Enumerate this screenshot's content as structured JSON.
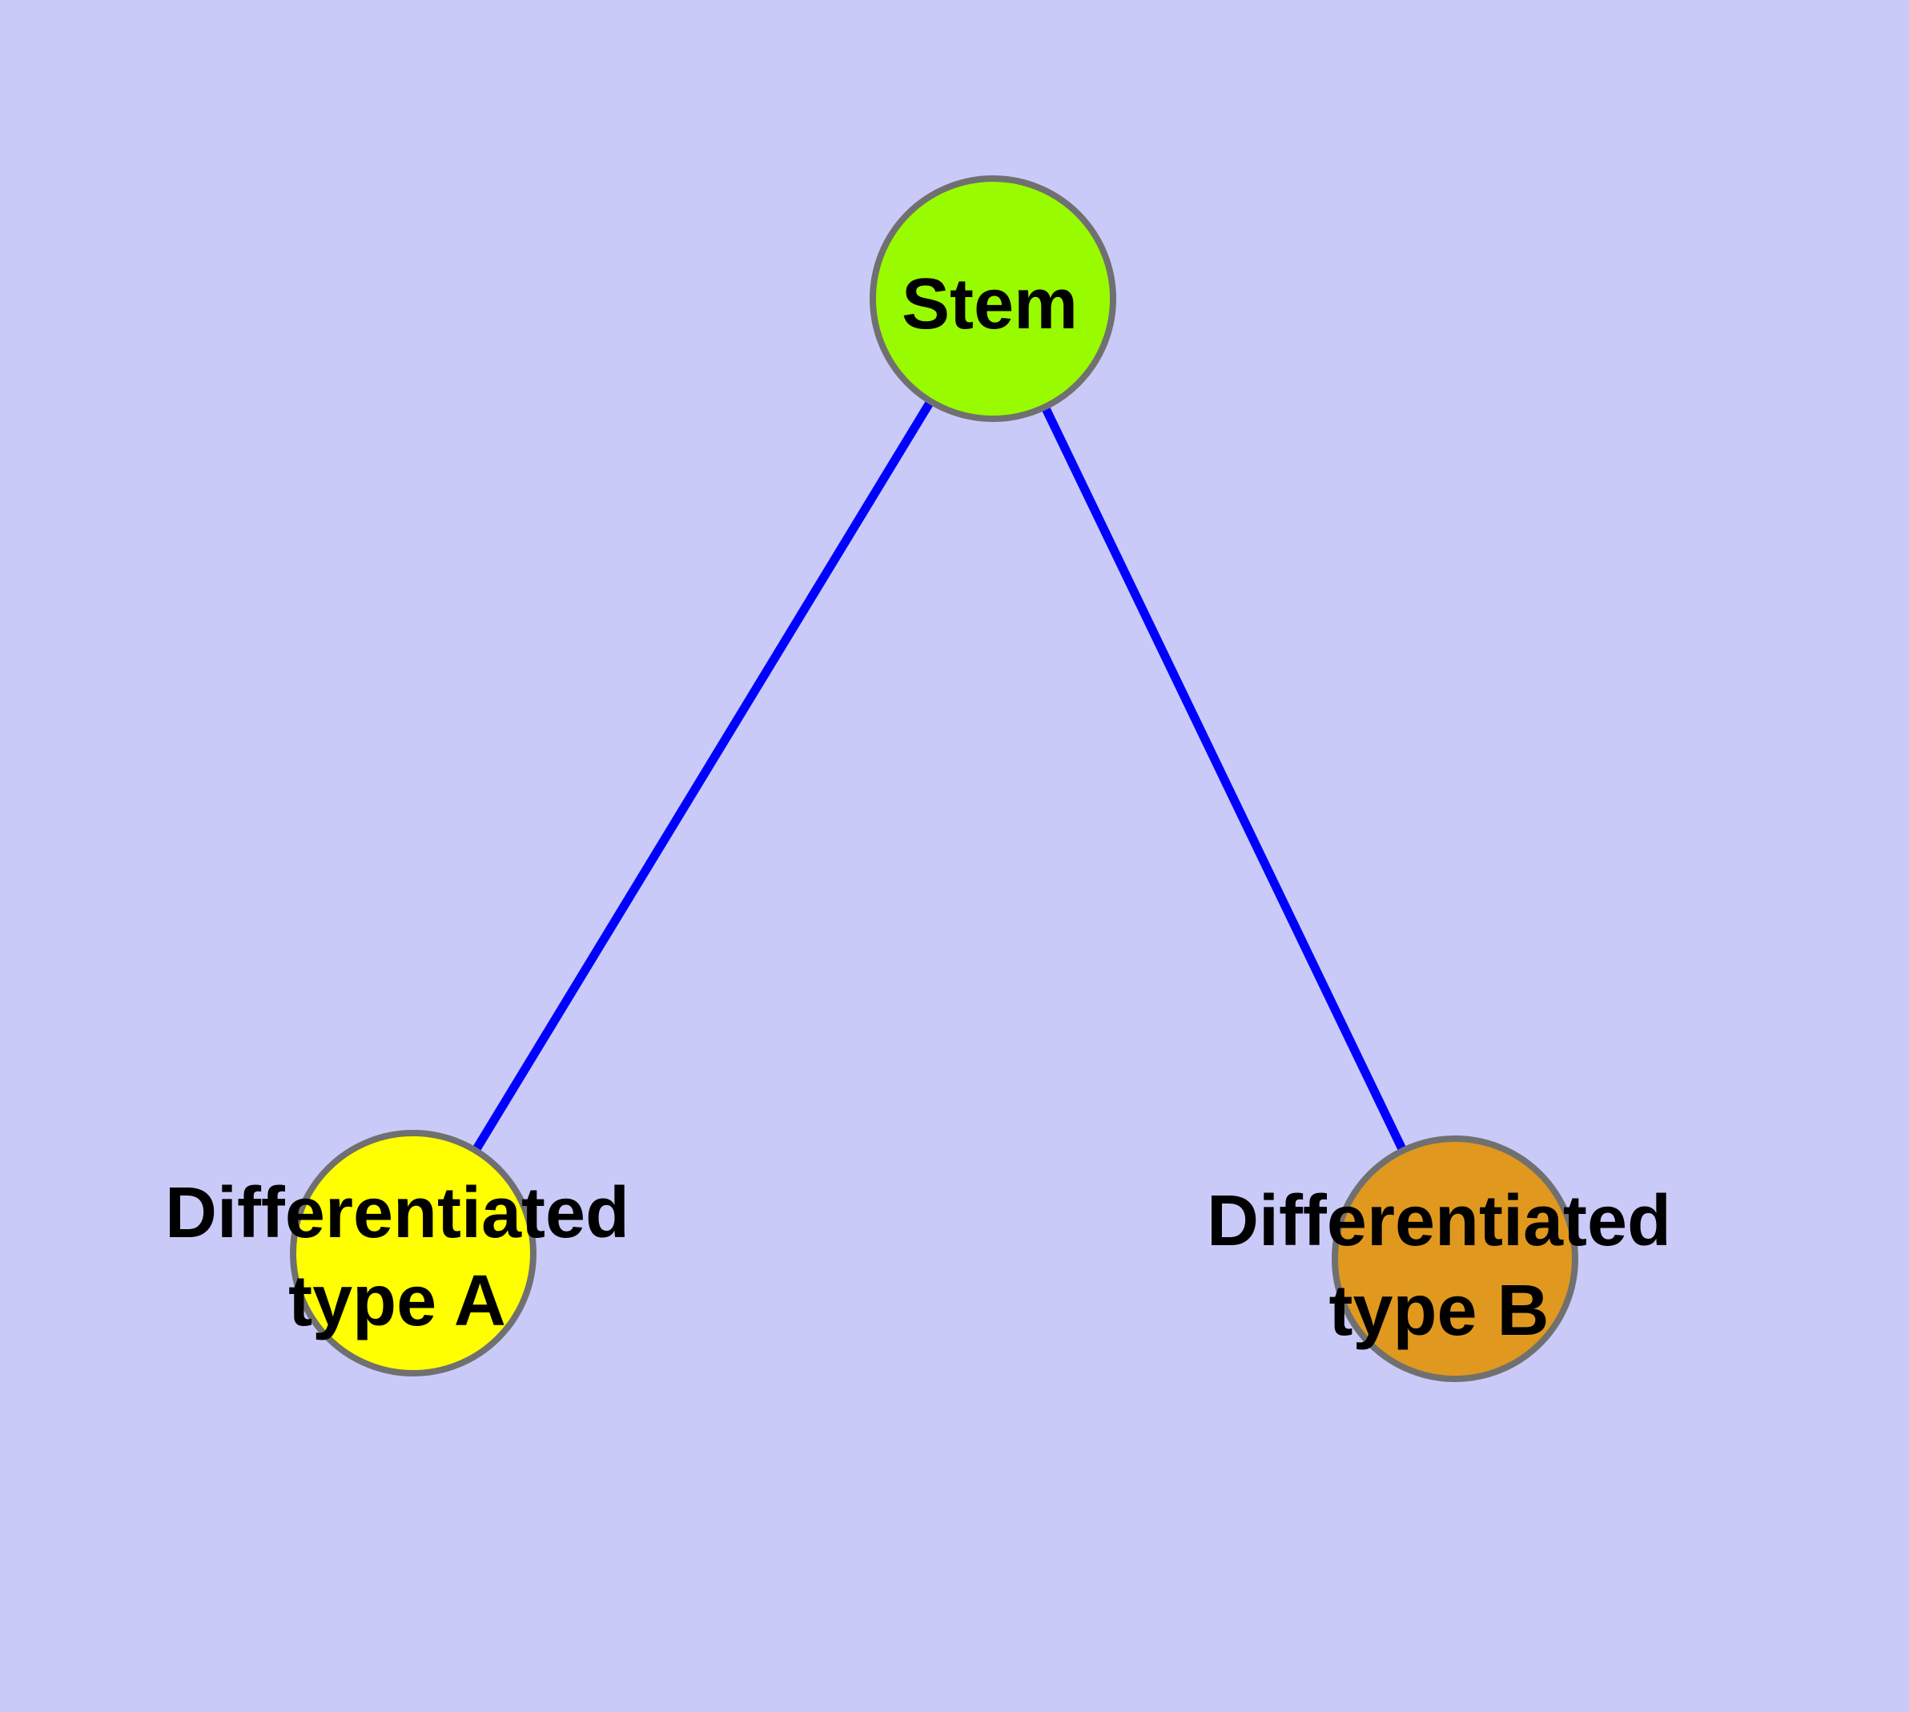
{
  "diagram": {
    "type": "graph",
    "colors": {
      "background": "#CACAF9",
      "edge": "#0000FF",
      "node_border": "#707070",
      "text": "#000000"
    },
    "nodes": [
      {
        "id": "stem",
        "label": "Stem",
        "fill": "#99FB00"
      },
      {
        "id": "type-a",
        "label": "Differentiated type A",
        "label_line1": "Differentiated",
        "label_line2": "type A",
        "fill": "#FFFF00"
      },
      {
        "id": "type-b",
        "label": "Differentiated type B",
        "label_line1": "Differentiated",
        "label_line2": "type B",
        "fill": "#E0991E"
      }
    ],
    "edges": [
      {
        "from": "Stem",
        "to": "Differentiated type A"
      },
      {
        "from": "Stem",
        "to": "Differentiated type B"
      }
    ]
  }
}
